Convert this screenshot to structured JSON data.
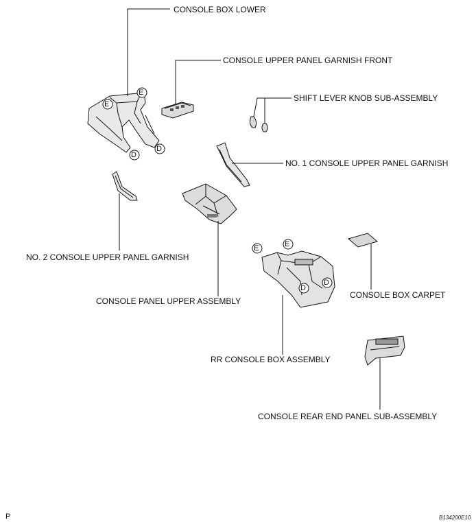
{
  "labels": {
    "console_box_lower": "CONSOLE BOX LOWER",
    "garnish_front": "CONSOLE UPPER PANEL GARNISH FRONT",
    "shift_lever_knob": "SHIFT LEVER KNOB SUB-ASSEMBLY",
    "no1_garnish": "NO. 1 CONSOLE UPPER PANEL GARNISH",
    "no2_garnish": "NO. 2 CONSOLE UPPER PANEL GARNISH",
    "panel_upper_assembly": "CONSOLE PANEL UPPER ASSEMBLY",
    "box_carpet": "CONSOLE BOX CARPET",
    "rr_console_box": "RR CONSOLE BOX ASSEMBLY",
    "rear_end_panel": "CONSOLE REAR END PANEL SUB-ASSEMBLY"
  },
  "callouts": {
    "e": "E",
    "d": "D"
  },
  "footer": {
    "left_mark": "P",
    "figure_code": "B134200E10"
  }
}
